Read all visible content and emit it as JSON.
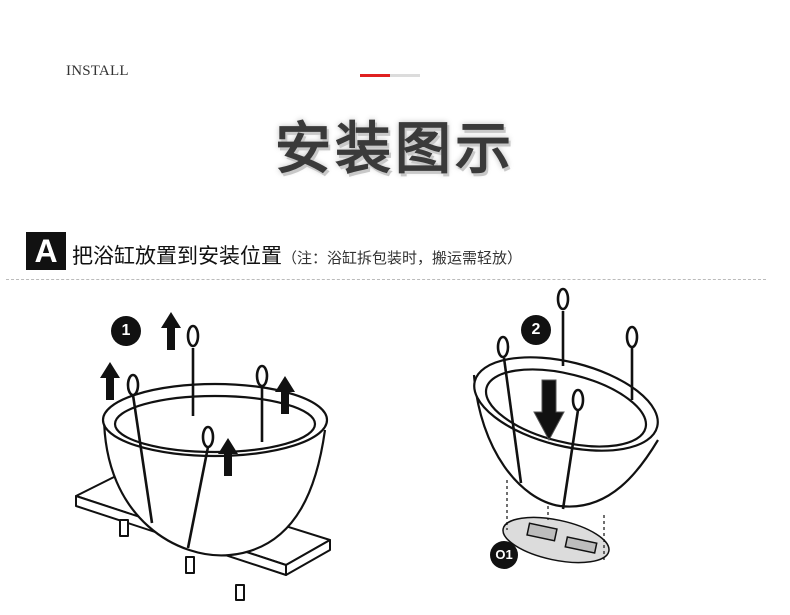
{
  "header": {
    "install_label": "INSTALL",
    "title": "安装图示"
  },
  "section": {
    "badge": "A",
    "title": "把浴缸放置到安装位置",
    "note": "（注：浴缸拆包装时，搬运需轻放）"
  },
  "steps": [
    {
      "number": "1"
    },
    {
      "number": "2",
      "sub_label": "O1"
    }
  ],
  "colors": {
    "accent_red": "#e02020",
    "ink": "#111111"
  }
}
